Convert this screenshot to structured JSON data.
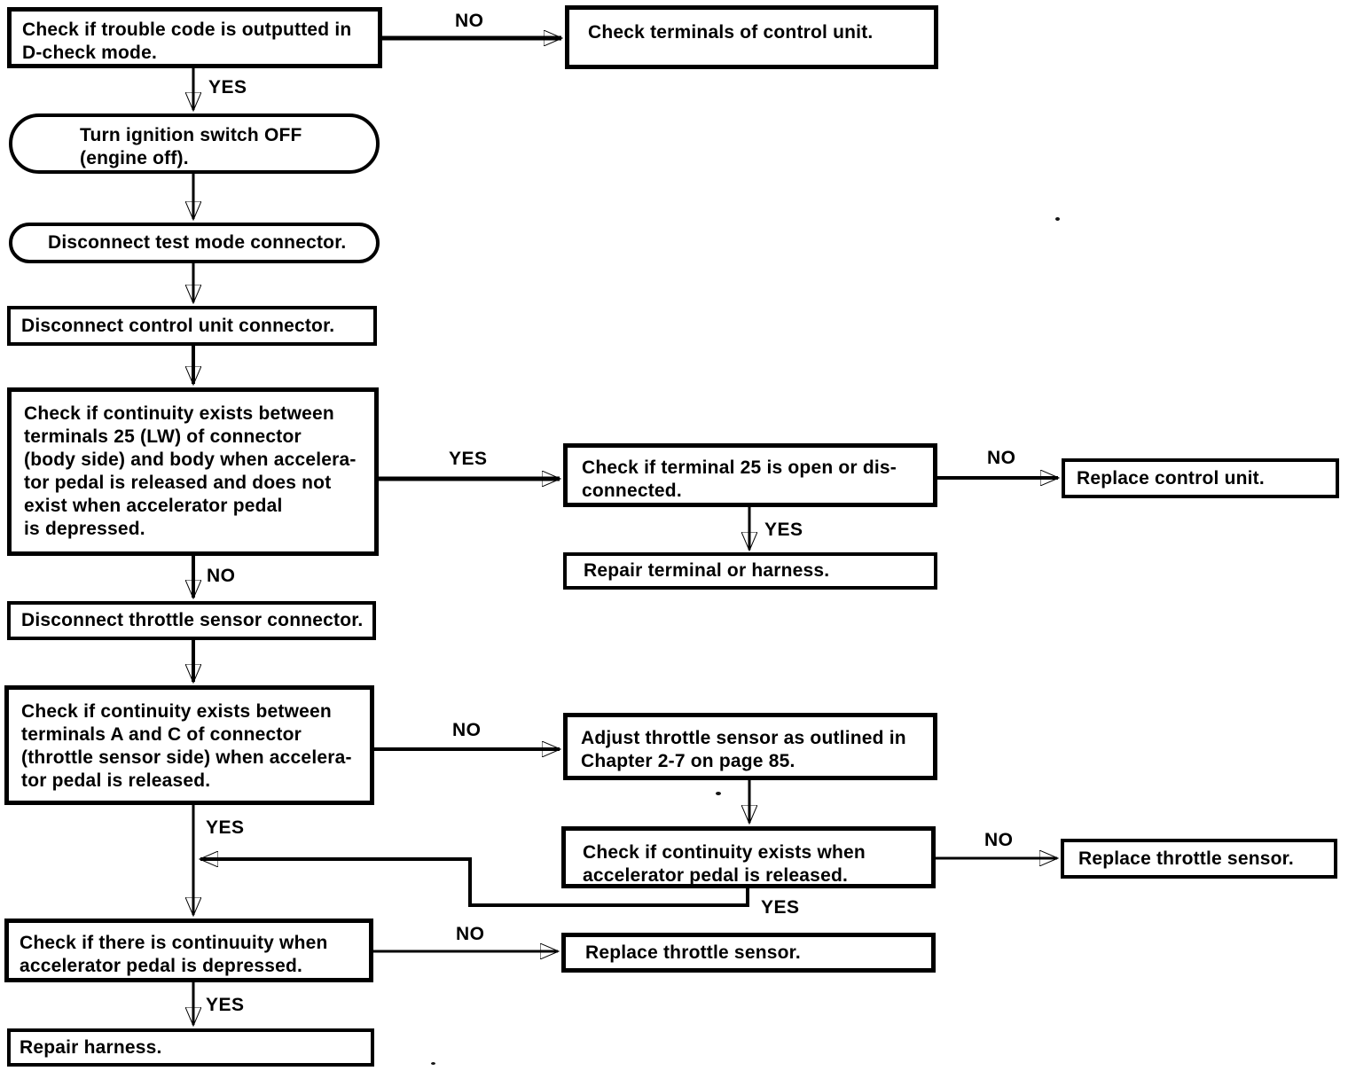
{
  "diagram": {
    "type": "flowchart",
    "background": "#ffffff",
    "line_color": "#000000",
    "nodes": {
      "check_trouble_code": {
        "shape": "rect",
        "text": "Check if trouble code is outputted in\nD-check mode."
      },
      "check_terminals": {
        "shape": "rect",
        "text": "Check terminals of control unit."
      },
      "ignition_off": {
        "shape": "rounded",
        "text": "Turn ignition switch OFF\n(engine off)."
      },
      "disconnect_test_mode": {
        "shape": "rounded",
        "text": "Disconnect test mode connector."
      },
      "disconnect_control_unit": {
        "shape": "rect",
        "text": "Disconnect control unit connector."
      },
      "check_continuity_25": {
        "shape": "rect",
        "text": "Check if continuity exists between\nterminals 25 (LW) of connector\n(body side) and body when accelera-\ntor pedal is released and does not\nexist when accelerator pedal\nis depressed."
      },
      "check_terminal_25_open": {
        "shape": "rect",
        "text": "Check if terminal 25 is open or dis-\nconnected."
      },
      "replace_control_unit": {
        "shape": "rect",
        "text": "Replace control unit."
      },
      "repair_terminal_harness": {
        "shape": "rect",
        "text": "Repair terminal or harness."
      },
      "disconnect_throttle_sensor": {
        "shape": "rect",
        "text": "Disconnect throttle sensor connector."
      },
      "check_continuity_ac": {
        "shape": "rect",
        "text": "Check if continuity exists between\nterminals A and C of connector\n(throttle sensor side) when accelera-\ntor pedal is released."
      },
      "adjust_throttle_sensor": {
        "shape": "rect",
        "text": "Adjust throttle sensor as outlined in\nChapter 2-7 on page 85."
      },
      "check_continuity_released": {
        "shape": "rect",
        "text": "Check if continuity exists when\naccelerator pedal is released."
      },
      "replace_throttle_sensor_1": {
        "shape": "rect",
        "text": "Replace throttle sensor."
      },
      "check_continuity_depressed": {
        "shape": "rect",
        "text": "Check if there is continuuity when\naccelerator pedal is depressed."
      },
      "replace_throttle_sensor_2": {
        "shape": "rect",
        "text": "Replace throttle sensor."
      },
      "repair_harness": {
        "shape": "rect",
        "text": "Repair harness."
      }
    },
    "edges": [
      {
        "from": "check_trouble_code",
        "to": "check_terminals",
        "label": "NO"
      },
      {
        "from": "check_trouble_code",
        "to": "ignition_off",
        "label": "YES"
      },
      {
        "from": "ignition_off",
        "to": "disconnect_test_mode",
        "label": ""
      },
      {
        "from": "disconnect_test_mode",
        "to": "disconnect_control_unit",
        "label": ""
      },
      {
        "from": "disconnect_control_unit",
        "to": "check_continuity_25",
        "label": ""
      },
      {
        "from": "check_continuity_25",
        "to": "check_terminal_25_open",
        "label": "YES"
      },
      {
        "from": "check_terminal_25_open",
        "to": "replace_control_unit",
        "label": "NO"
      },
      {
        "from": "check_terminal_25_open",
        "to": "repair_terminal_harness",
        "label": "YES"
      },
      {
        "from": "check_continuity_25",
        "to": "disconnect_throttle_sensor",
        "label": "NO"
      },
      {
        "from": "disconnect_throttle_sensor",
        "to": "check_continuity_ac",
        "label": ""
      },
      {
        "from": "check_continuity_ac",
        "to": "adjust_throttle_sensor",
        "label": "NO"
      },
      {
        "from": "adjust_throttle_sensor",
        "to": "check_continuity_released",
        "label": ""
      },
      {
        "from": "check_continuity_released",
        "to": "replace_throttle_sensor_1",
        "label": "NO"
      },
      {
        "from": "check_continuity_ac",
        "to": "check_continuity_depressed",
        "label": "YES"
      },
      {
        "from": "check_continuity_released",
        "to": "check_continuity_depressed",
        "label": "YES"
      },
      {
        "from": "check_continuity_depressed",
        "to": "replace_throttle_sensor_2",
        "label": "NO"
      },
      {
        "from": "check_continuity_depressed",
        "to": "repair_harness",
        "label": "YES"
      }
    ]
  }
}
